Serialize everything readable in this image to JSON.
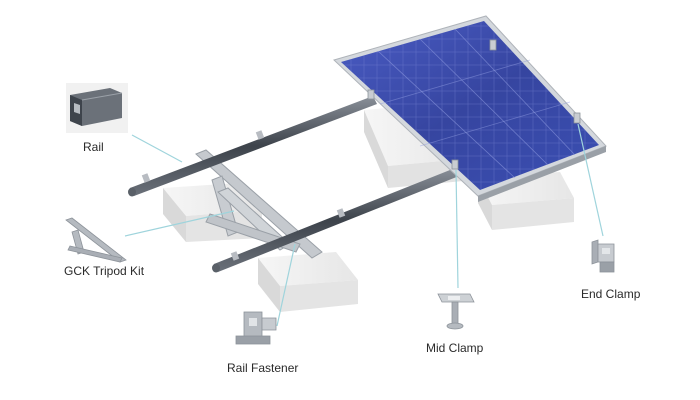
{
  "components": {
    "rail": "Rail",
    "tripod_kit": "GCK Tripod Kit",
    "rail_fastener": "Rail Fastener",
    "mid_clamp": "Mid Clamp",
    "end_clamp": "End Clamp"
  },
  "colors": {
    "leader_line": "#9fd4dc",
    "panel_blue": "#3d4fa8",
    "panel_frame": "#d4d8dd",
    "rail_dark": "#444a52",
    "block": "#eeeeee"
  }
}
